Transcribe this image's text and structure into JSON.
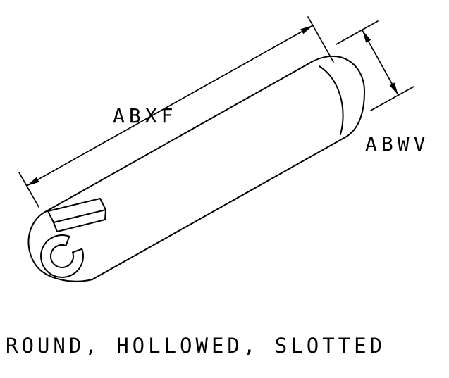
{
  "figure": {
    "kind": "technical-line-drawing",
    "subject": "round hollowed slotted fastener body",
    "caption": "ROUND, HOLLOWED, SLOTTED",
    "dimensions": {
      "length_label": "ABXF",
      "diameter_label": "ABWV"
    }
  },
  "colors": {
    "ink": "#000000",
    "background": "#ffffff"
  }
}
